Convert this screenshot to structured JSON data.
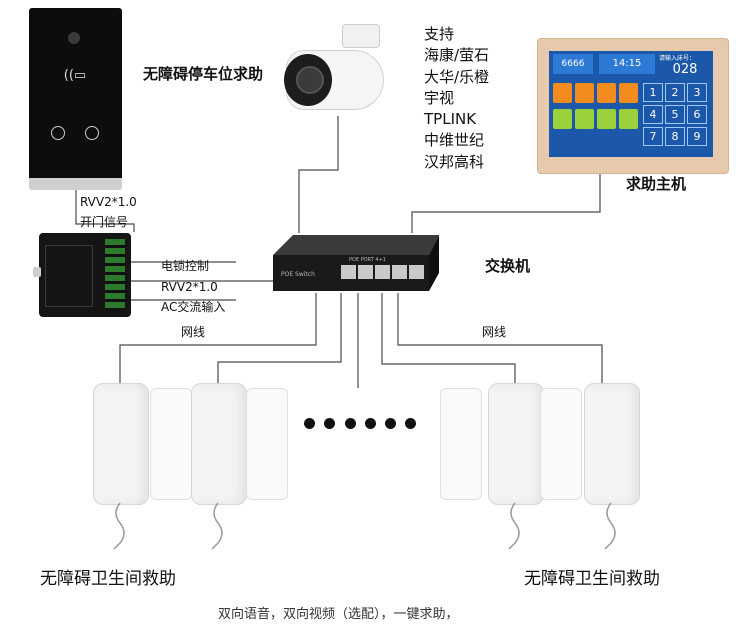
{
  "labels": {
    "camera_title": "无障碍停车位求助",
    "host_title": "求助主机",
    "switch_title": "交换机",
    "rvv_top": "RVV2*1.0",
    "door_signal": "开门信号",
    "lock_control": "电锁控制",
    "rvv_bottom": "RVV2*1.0",
    "ac_input": "AC交流输入",
    "net_left": "网线",
    "net_right": "网线",
    "toilet_left": "无障碍卫生间救助",
    "toilet_right": "无障碍卫生间救助",
    "footer": "双向语音，双向视频（选配），一键求助，"
  },
  "brands": [
    "支持",
    "海康/萤石",
    "大华/乐橙",
    "宇视",
    "TPLINK",
    "中维世纪",
    "汉邦高科"
  ],
  "host_screen": {
    "time": "14:15",
    "code": "6666",
    "room_label": "请输入床号：",
    "room_value": "028",
    "keypad": [
      "1",
      "2",
      "3",
      "4",
      "5",
      "6",
      "7",
      "8",
      "9"
    ]
  },
  "switch_screen": {
    "brand": "POE Switch",
    "model": "POE PORT 4+1"
  },
  "colors": {
    "wire": "#4a4a4a",
    "screen_blue": "#1c58a9",
    "panel_frame": "#e7c9ad",
    "tile_orange": "#f28c1e",
    "tile_green": "#9bd23c"
  },
  "icons": [
    "camera-icon",
    "door-station-icon",
    "controller-icon",
    "switch-icon",
    "host-panel-icon",
    "handset-icon"
  ]
}
